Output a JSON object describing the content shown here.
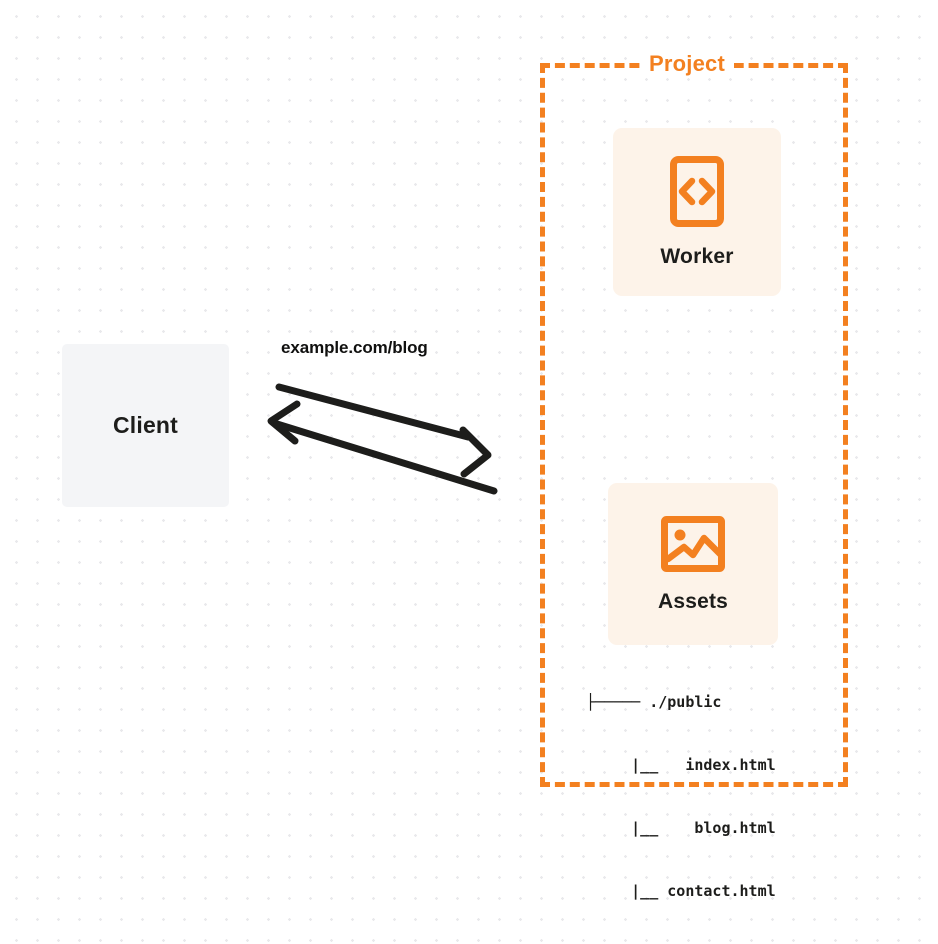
{
  "diagram": {
    "title": "Project",
    "colors": {
      "accent_orange": "#f38020",
      "card_background": "#fdf3e9",
      "client_background": "#f4f5f7",
      "text_dark": "#1d1d1b",
      "grid_dot": "#e9e9ec"
    }
  },
  "client": {
    "label": "Client"
  },
  "connection": {
    "label": "example.com/blog",
    "request_direction": "client-to-project",
    "response_direction": "project-to-client"
  },
  "project": {
    "label": "Project",
    "nodes": [
      {
        "id": "worker",
        "label": "Worker",
        "icon": "code-brackets-icon"
      },
      {
        "id": "assets",
        "label": "Assets",
        "icon": "image-icon"
      }
    ],
    "file_tree": [
      {
        "prefix": "├───── ",
        "name": "./public"
      },
      {
        "prefix": "     |__   ",
        "name": "index.html"
      },
      {
        "prefix": "     |__    ",
        "name": "blog.html"
      },
      {
        "prefix": "     |__ ",
        "name": "contact.html"
      }
    ]
  }
}
